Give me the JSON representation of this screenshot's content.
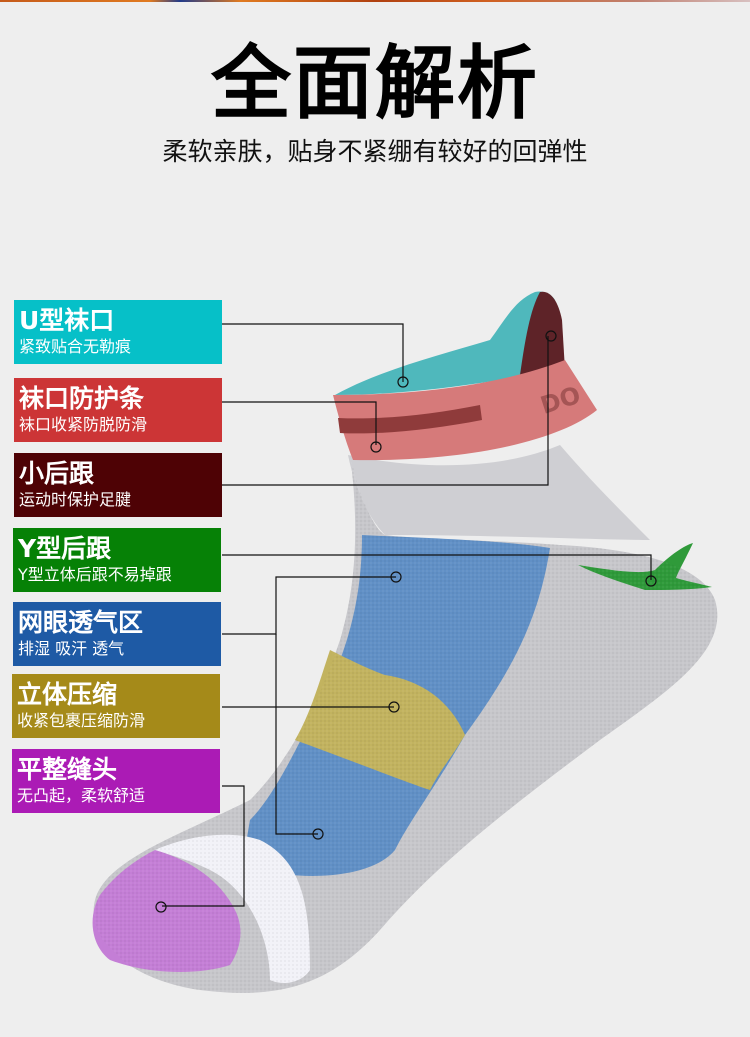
{
  "header": {
    "title": "全面解析",
    "subtitle": "柔软亲肤，贴身不紧绷有较好的回弹性"
  },
  "features": [
    {
      "title": "U型袜口",
      "desc": "紧致贴合无勒痕",
      "color": "#06c0c8"
    },
    {
      "title": "袜口防护条",
      "desc": "袜口收紧防脱防滑",
      "color": "#cc3536"
    },
    {
      "title": "小后跟",
      "desc": "运动时保护足腱",
      "color": "#4e0205"
    },
    {
      "title": "Y型后跟",
      "desc": "Y型立体后跟不易掉跟",
      "color": "#068106"
    },
    {
      "title": "网眼透气区",
      "desc": "排湿 吸汗 透气",
      "color": "#1e5aa5"
    },
    {
      "title": "立体压缩",
      "desc": "收紧包裹压缩防滑",
      "color": "#a58a19"
    },
    {
      "title": "平整缝头",
      "desc": "无凸起，柔软舒适",
      "color": "#ab1bb5"
    }
  ],
  "sock": {
    "brand_text": "DO",
    "colors": {
      "body": "#c7c7cb",
      "cuff_inner": "#4fb8bc",
      "cuff_band": "#d67a7a",
      "cuff_stripe": "#8f3b3b",
      "heel_tab": "#5e2328",
      "heel_y": "#2f9a3a",
      "mesh": "#6190c6",
      "compression": "#c2b35f",
      "toe": "#c47ed6",
      "toe_welt": "#f2f2f8"
    }
  }
}
